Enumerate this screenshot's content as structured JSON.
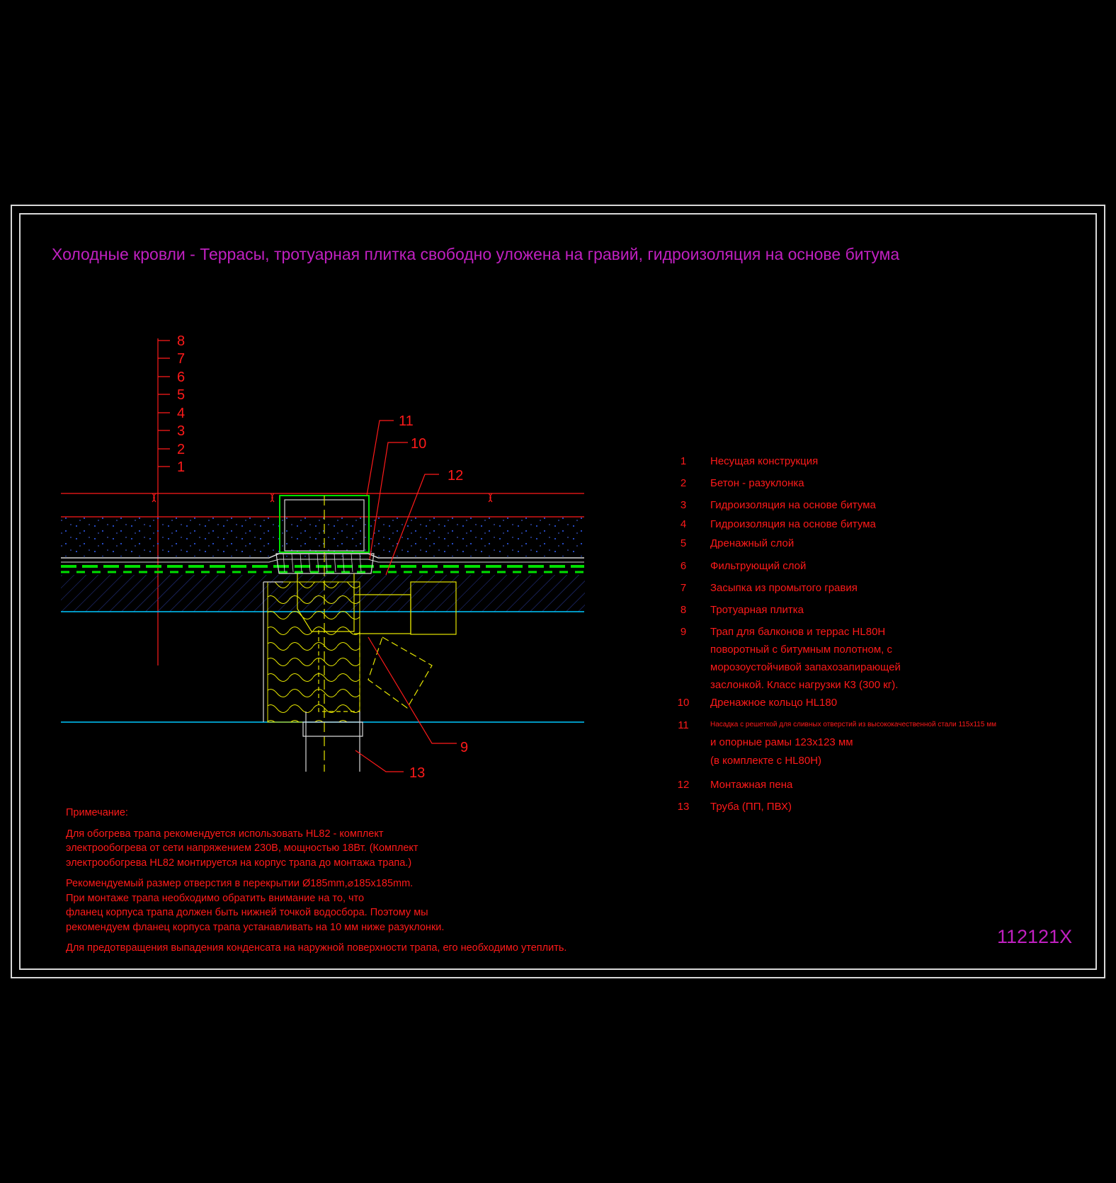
{
  "title": "Холодные кровли - Террасы, тротуарная плитка свободно уложена на гравий, гидроизоляция на основе битума",
  "drawing_code": "112121X",
  "layer_labels": [
    "8",
    "7",
    "6",
    "5",
    "4",
    "3",
    "2",
    "1"
  ],
  "callouts": {
    "c11": "11",
    "c10": "10",
    "c12": "12",
    "c9": "9",
    "c13": "13"
  },
  "legend": [
    {
      "num": "1",
      "lines": [
        "Несущая конструкция"
      ]
    },
    {
      "num": "2",
      "lines": [
        "Бетон - разуклонка"
      ]
    },
    {
      "num": "3",
      "lines": [
        "Гидроизоляция на основе битума"
      ]
    },
    {
      "num": "4",
      "lines": [
        "Гидроизоляция на основе битума"
      ]
    },
    {
      "num": "5",
      "lines": [
        "Дренажный слой"
      ]
    },
    {
      "num": "6",
      "lines": [
        "Фильтрующий слой"
      ]
    },
    {
      "num": "7",
      "lines": [
        "Засыпка из промытого гравия"
      ]
    },
    {
      "num": "8",
      "lines": [
        "Тротуарная плитка"
      ]
    },
    {
      "num": "9",
      "lines": [
        "Трап для балконов и террас HL80H",
        "поворотный  с битумным полотном, с",
        "морозоустойчивой запахозапирающей",
        "заслонкой. Класс нагрузки К3 (300 кг)."
      ]
    },
    {
      "num": "10",
      "lines": [
        "Дренажное кольцо HL180"
      ]
    },
    {
      "num": "11",
      "lines": [
        "Насадка с решеткой для сливных отверстий из высококачественной стали 115x115 мм",
        "и опорные рамы 123x123 мм",
        "(в комплекте с HL80H)"
      ]
    },
    {
      "num": "12",
      "lines": [
        "Монтажная пена"
      ]
    },
    {
      "num": "13",
      "lines": [
        "Труба (ПП, ПВХ)"
      ]
    }
  ],
  "notes": {
    "heading": "Примечание:",
    "p1": [
      "Для обогрева трапа рекомендуется использовать HL82 - комплект",
      "электрообогрева от сети напряжением 230В, мощностью 18Вт. (Комплект",
      "электрообогрева HL82 монтируется на корпус трапа до монтажа трапа.)"
    ],
    "p2": [
      "Рекомендуемый размер отверстия в перекрытии Ø185mm,⌀185x185mm.",
      "При монтаже трапа необходимо обратить внимание на то, что",
      "фланец корпуса трапа должен быть нижней точкой водосбора. Поэтому мы",
      "рекомендуем фланец корпуса трапа устанавливать на 10 мм ниже разуклонки."
    ],
    "p3": [
      "Для предотвращения выпадения конденсата на наружной поверхности трапа, его необходимо утеплить."
    ]
  }
}
